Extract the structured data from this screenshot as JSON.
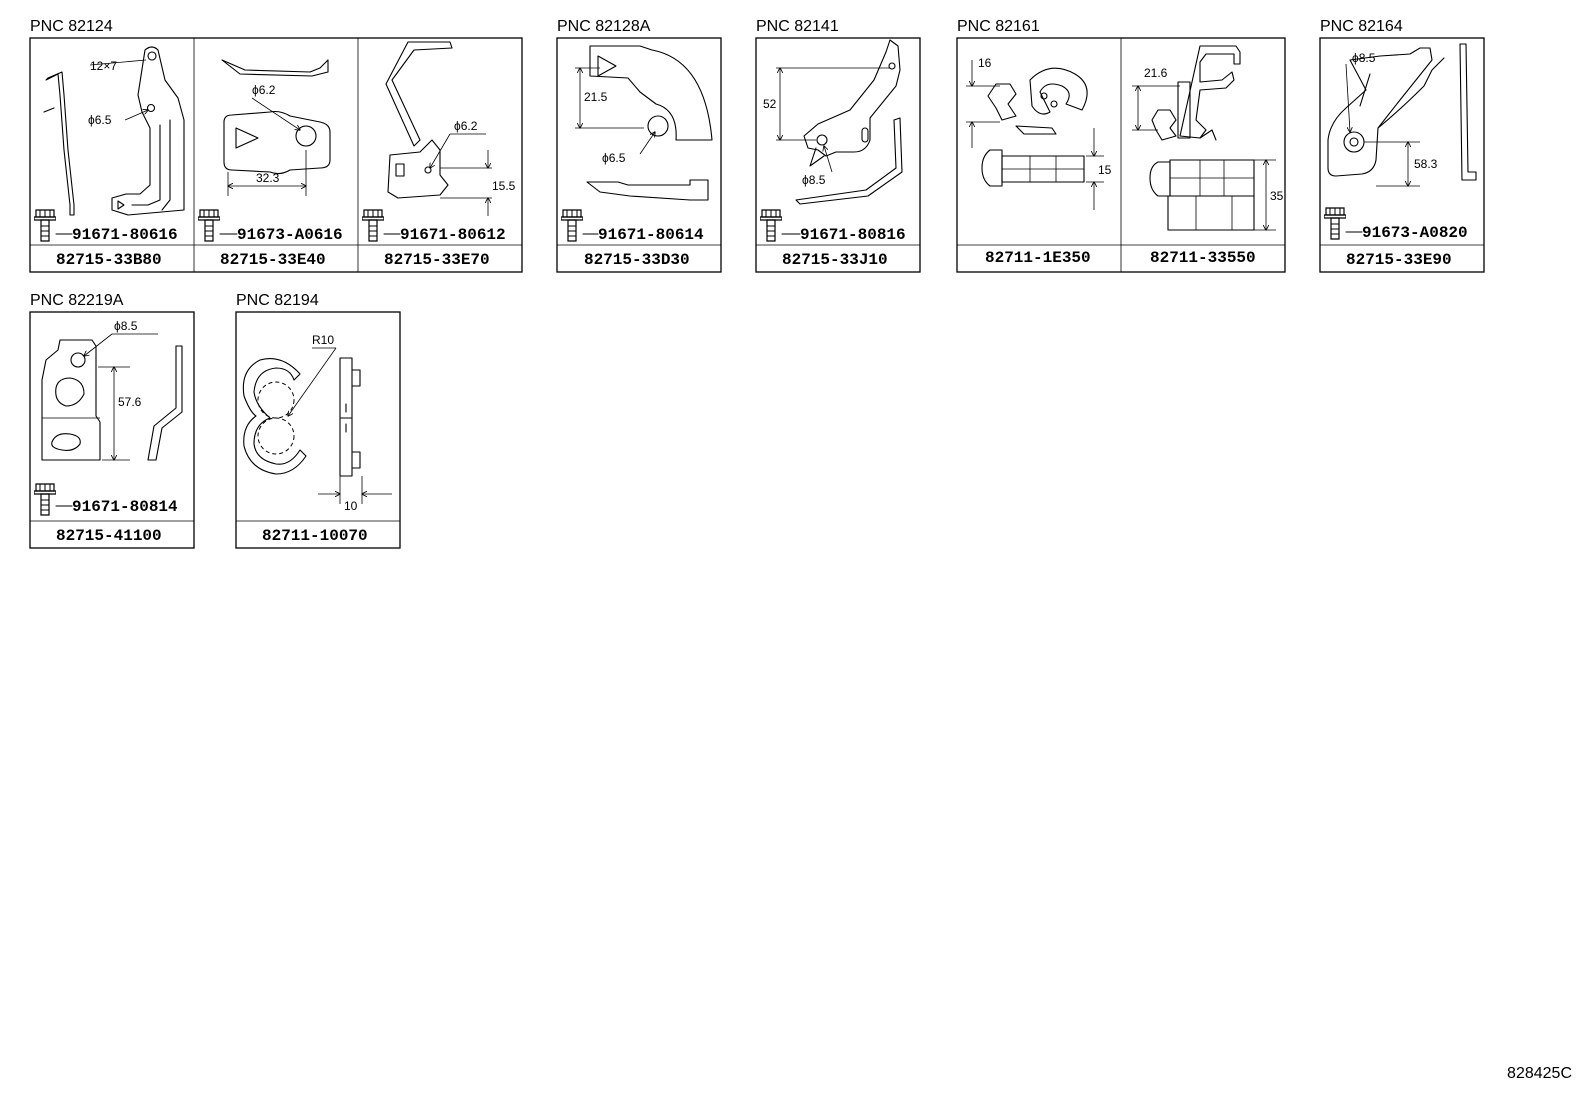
{
  "groups": [
    {
      "pnc": "PNC 82124",
      "cells": [
        {
          "part": "82715-33B80",
          "bolt": "91671-80616",
          "dims": [
            "12×7",
            "ϕ6.5"
          ]
        },
        {
          "part": "82715-33E40",
          "bolt": "91673-A0616",
          "dims": [
            "ϕ6.2",
            "32.3"
          ]
        },
        {
          "part": "82715-33E70",
          "bolt": "91671-80612",
          "dims": [
            "ϕ6.2",
            "15.5"
          ]
        }
      ]
    },
    {
      "pnc": "PNC 82128A",
      "cells": [
        {
          "part": "82715-33D30",
          "bolt": "91671-80614",
          "dims": [
            "21.5",
            "ϕ6.5"
          ]
        }
      ]
    },
    {
      "pnc": "PNC 82141",
      "cells": [
        {
          "part": "82715-33J10",
          "bolt": "91671-80816",
          "dims": [
            "52",
            "ϕ8.5"
          ]
        }
      ]
    },
    {
      "pnc": "PNC 82161",
      "cells": [
        {
          "part": "82711-1E350",
          "bolt": "",
          "dims": [
            "16",
            "15"
          ]
        },
        {
          "part": "82711-33550",
          "bolt": "",
          "dims": [
            "21.6",
            "35"
          ]
        }
      ]
    },
    {
      "pnc": "PNC 82164",
      "cells": [
        {
          "part": "82715-33E90",
          "bolt": "91673-A0820",
          "dims": [
            "ϕ8.5",
            "58.3"
          ]
        }
      ]
    },
    {
      "pnc": "PNC 82219A",
      "cells": [
        {
          "part": "82715-41100",
          "bolt": "91671-80814",
          "dims": [
            "ϕ8.5",
            "57.6"
          ]
        }
      ]
    },
    {
      "pnc": "PNC 82194",
      "cells": [
        {
          "part": "82711-10070",
          "bolt": "",
          "dims": [
            "R10",
            "10"
          ]
        }
      ]
    }
  ],
  "footer": {
    "code": "828425C"
  }
}
